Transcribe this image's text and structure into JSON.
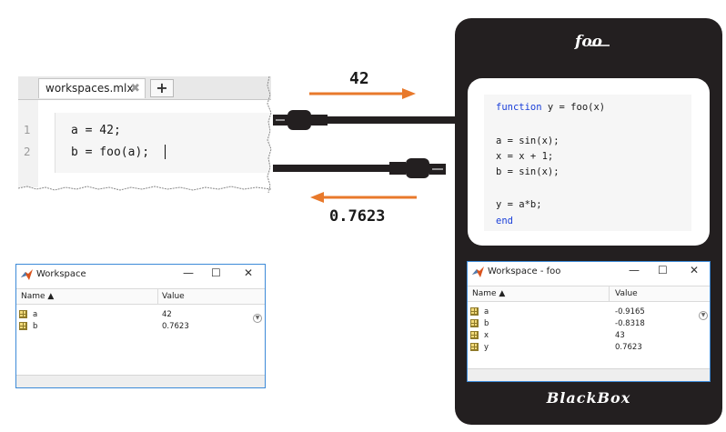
{
  "editor": {
    "tab_label": "workspaces.mlx",
    "close_glyph": "✖",
    "add_glyph": "+",
    "line_numbers": [
      "1",
      "2"
    ],
    "lines": [
      "a = 42;",
      "b = foo(a);"
    ]
  },
  "flow": {
    "input_value": "42",
    "output_value": "0.7623",
    "arrow_color": "#e8792b",
    "plug_color": "#231f20"
  },
  "workspace_main": {
    "title": "Workspace",
    "columns": [
      "Name ▲",
      "Value"
    ],
    "rows": [
      {
        "name": "a",
        "value": "42"
      },
      {
        "name": "b",
        "value": "0.7623"
      }
    ]
  },
  "blackbox": {
    "title": "foo",
    "footer": "BlackBox",
    "code": [
      {
        "kw": "function",
        "text": " y = foo(x)"
      },
      {
        "kw": "",
        "text": ""
      },
      {
        "kw": "",
        "text": "a = sin(x);"
      },
      {
        "kw": "",
        "text": "x = x + 1;"
      },
      {
        "kw": "",
        "text": "b = sin(x);"
      },
      {
        "kw": "",
        "text": ""
      },
      {
        "kw": "",
        "text": "y = a*b;"
      },
      {
        "kw": "end",
        "text": ""
      }
    ]
  },
  "workspace_foo": {
    "title": "Workspace - foo",
    "columns": [
      "Name ▲",
      "Value"
    ],
    "rows": [
      {
        "name": "a",
        "value": "-0.9165"
      },
      {
        "name": "b",
        "value": "-0.8318"
      },
      {
        "name": "x",
        "value": "43"
      },
      {
        "name": "y",
        "value": "0.7623"
      }
    ]
  },
  "window_controls": {
    "minimize": "—",
    "maximize": "☐",
    "close": "✕"
  }
}
